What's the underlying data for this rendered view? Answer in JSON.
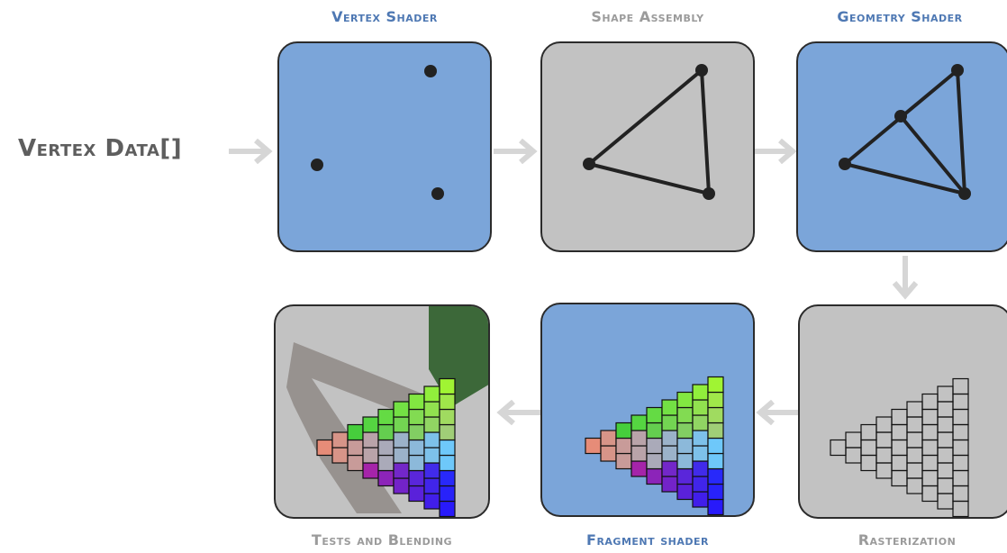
{
  "input_label": "Vertex Data[]",
  "stages": {
    "vertex_shader": "Vertex Shader",
    "shape_assembly": "Shape Assembly",
    "geometry_shader": "Geometry Shader",
    "rasterization": "Rasterization",
    "fragment_shader": "Fragment shader",
    "tests_and_blending": "Tests and Blending"
  },
  "colors": {
    "programmable_stage": "#7ba5d9",
    "fixed_stage": "#c2c2c2",
    "programmable_label": "#4e78b3",
    "fixed_label": "#9b9b9b",
    "arrow": "#d6d6d6"
  }
}
